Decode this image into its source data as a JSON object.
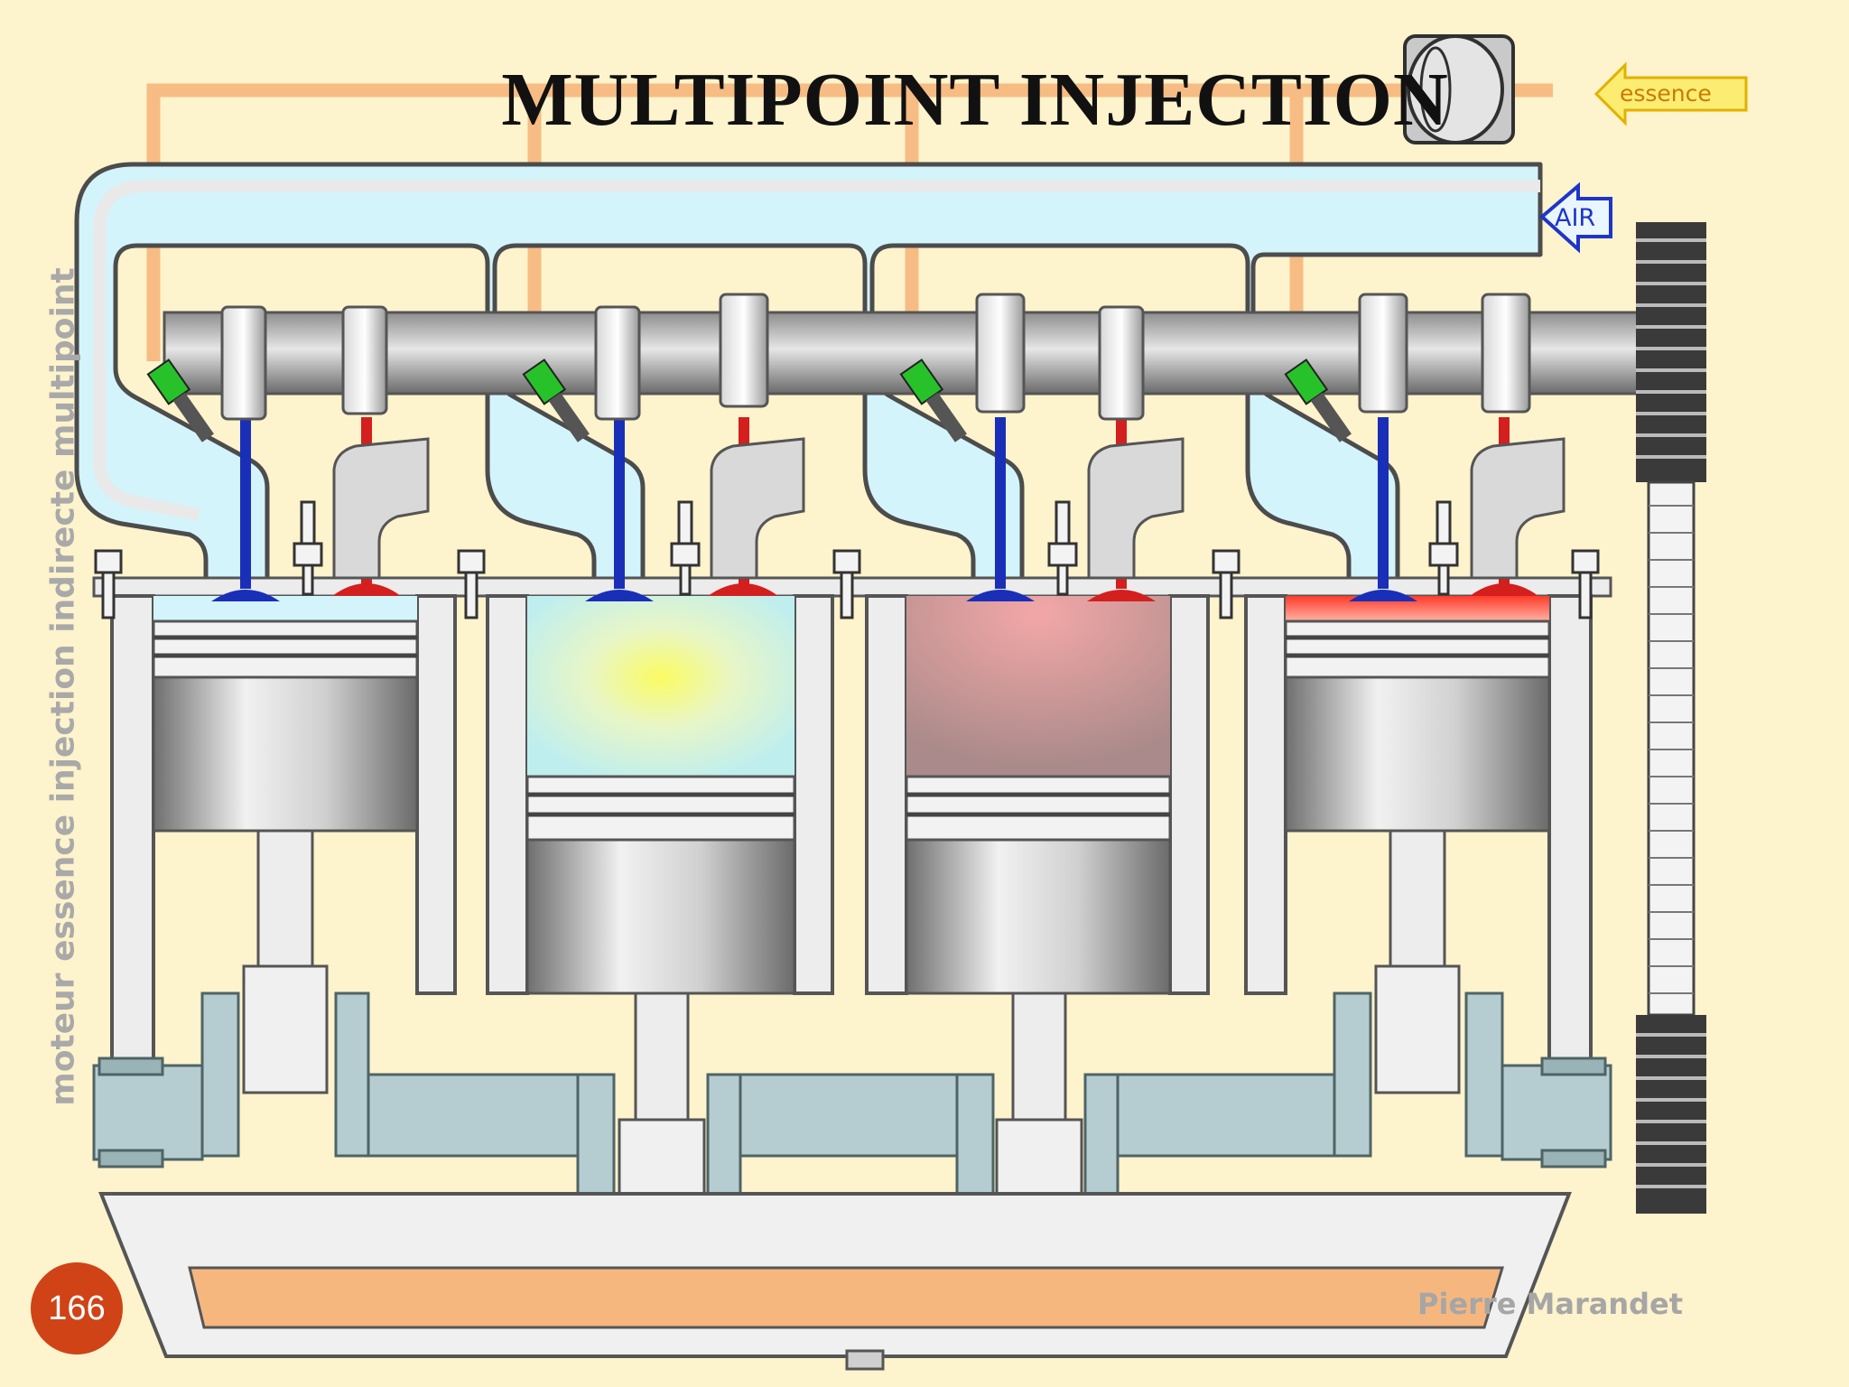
{
  "title": "MULTIPOINT INJECTION",
  "side_caption": "moteur essence   injection indirecte multipoint",
  "labels": {
    "fuel": "essence",
    "air": "AIR"
  },
  "author": "Pierre Marandet",
  "page_number": "166",
  "colors": {
    "background": "#fdf3cc",
    "fuel_line": "#f7bc84",
    "air_passage": "#d3f4fb",
    "intake_valve": "#1a2fb8",
    "exhaust_valve": "#d41f1f",
    "injector": "#27c22a",
    "crankshaft": "#b5cdd0",
    "oil_sump": "#f6b77f",
    "page_badge": "#cf4316"
  }
}
